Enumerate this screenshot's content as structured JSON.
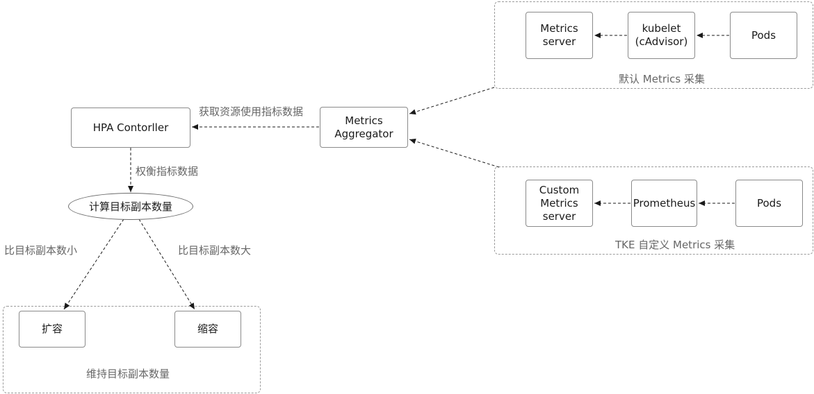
{
  "groups": {
    "default_metrics": "默认 Metrics 采集",
    "tke_custom": "TKE 自定义 Metrics 采集",
    "maintain": "维持目标副本数量"
  },
  "nodes": {
    "metrics_server": "Metrics\nserver",
    "kubelet": "kubelet\n(cAdvisor)",
    "pods_top": "Pods",
    "custom_metrics_server": "Custom\nMetrics\nserver",
    "prometheus": "Prometheus",
    "pods_bottom": "Pods",
    "metrics_aggregator": "Metrics\nAggregator",
    "hpa_controller": "HPA Contorller",
    "calc_target": "计算目标副本数量",
    "scale_out": "扩容",
    "scale_in": "缩容"
  },
  "edge_labels": {
    "get_metrics": "获取资源使用指标数据",
    "weigh_metrics": "权衡指标数据",
    "less_than_target": "比目标副本数小",
    "greater_than_target": "比目标副本数大"
  }
}
